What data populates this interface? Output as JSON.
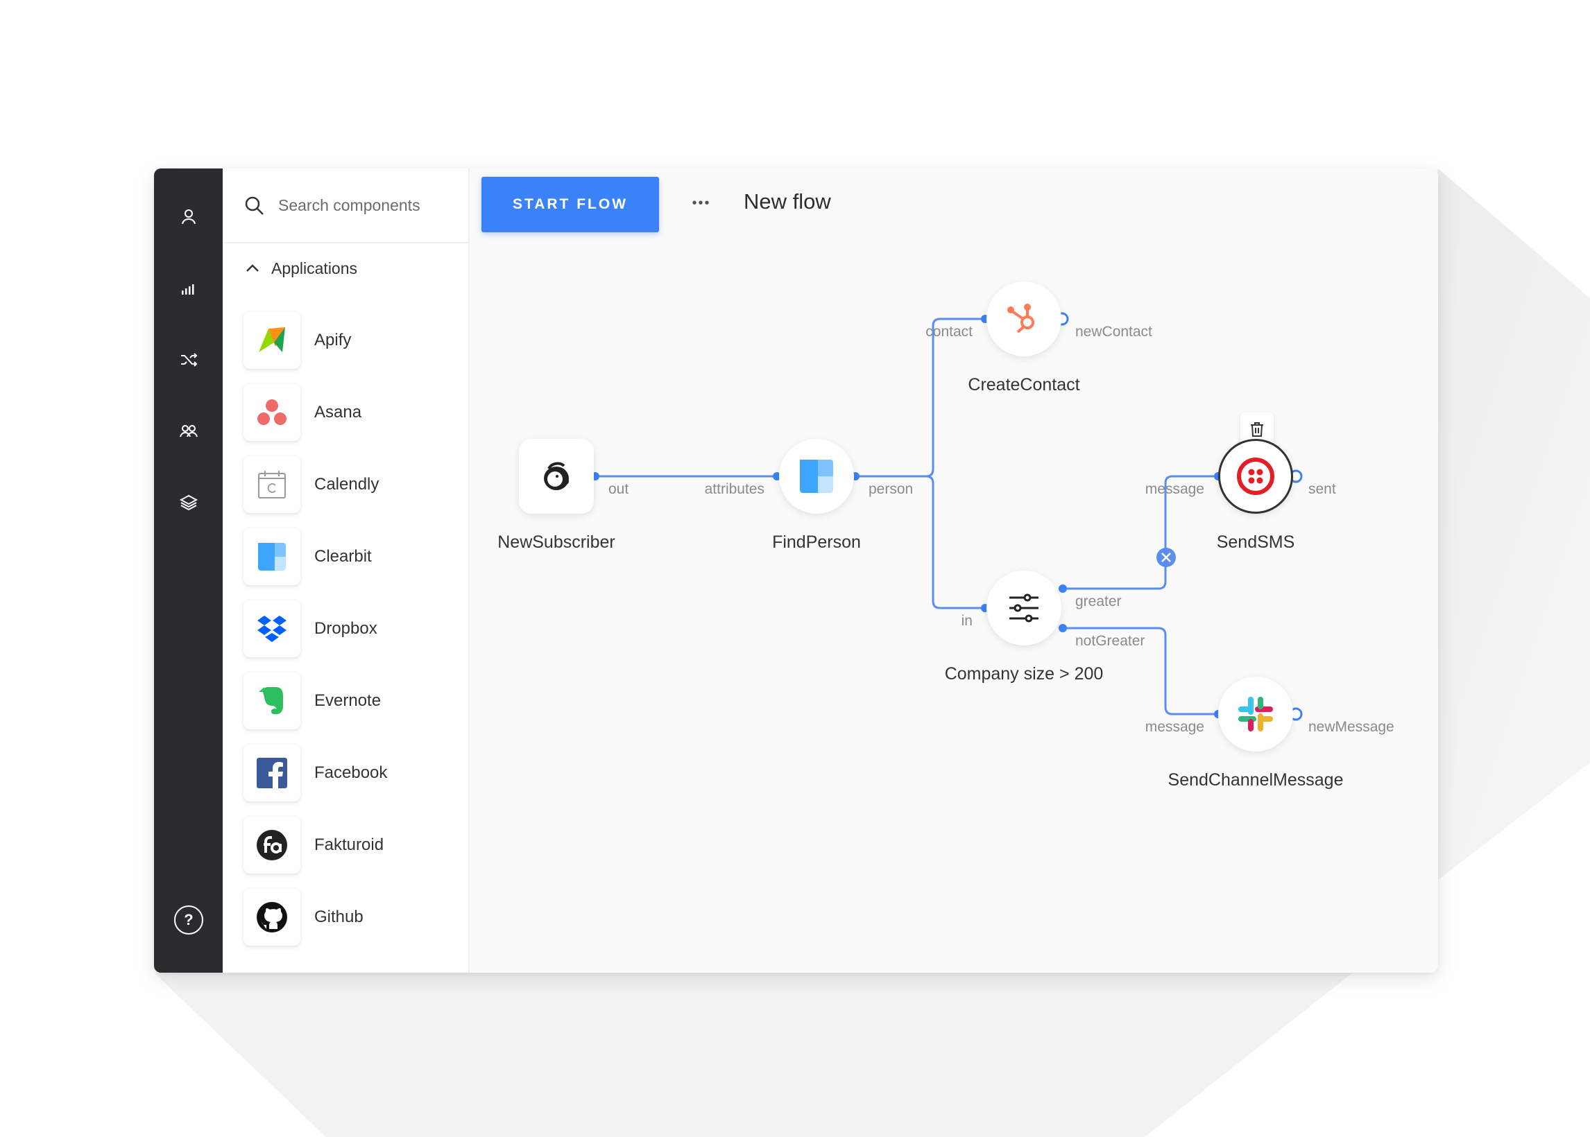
{
  "rail": {
    "icons": [
      "user-icon",
      "stats-icon",
      "shuffle-icon",
      "team-icon",
      "layers-icon"
    ],
    "help_label": "?"
  },
  "panel": {
    "search_placeholder": "Search components",
    "section_title": "Applications",
    "apps": [
      {
        "name": "Apify",
        "icon": "apify-logo-icon"
      },
      {
        "name": "Asana",
        "icon": "asana-logo-icon"
      },
      {
        "name": "Calendly",
        "icon": "calendly-logo-icon"
      },
      {
        "name": "Clearbit",
        "icon": "clearbit-logo-icon"
      },
      {
        "name": "Dropbox",
        "icon": "dropbox-logo-icon"
      },
      {
        "name": "Evernote",
        "icon": "evernote-logo-icon"
      },
      {
        "name": "Facebook",
        "icon": "facebook-logo-icon"
      },
      {
        "name": "Fakturoid",
        "icon": "fakturoid-logo-icon"
      },
      {
        "name": "Github",
        "icon": "github-logo-icon"
      }
    ]
  },
  "toolbar": {
    "start_label": "START FLOW",
    "more_label": "•••",
    "flow_title": "New flow"
  },
  "flow": {
    "nodes": {
      "newsubscriber": {
        "label": "NewSubscriber",
        "out": "out"
      },
      "findperson": {
        "label": "FindPerson",
        "in": "attributes",
        "out": "person"
      },
      "createcontact": {
        "label": "CreateContact",
        "in": "contact",
        "out": "newContact"
      },
      "condition": {
        "label": "Company size > 200",
        "in": "in",
        "out1": "greater",
        "out2": "notGreater"
      },
      "sendsms": {
        "label": "SendSMS",
        "in": "message",
        "out": "sent"
      },
      "sendchannel": {
        "label": "SendChannelMessage",
        "in": "message",
        "out": "newMessage"
      }
    }
  },
  "colors": {
    "accent": "#3b82f6",
    "rail": "#2b2c2f",
    "edge": "#5b8def"
  }
}
